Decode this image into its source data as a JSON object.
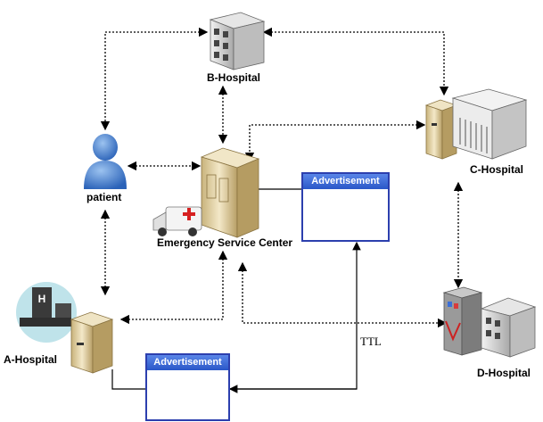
{
  "nodes": {
    "b_hospital": "B-Hospital",
    "c_hospital": "C-Hospital",
    "patient": "patient",
    "esc": "Emergency Service Center",
    "a_hospital": "A-Hospital",
    "d_hospital": "D-Hospital"
  },
  "ads": {
    "right": "Advertisement",
    "bottom": "Advertisement"
  },
  "edge_labels": {
    "ttl": "TTL"
  },
  "colors": {
    "ad_border": "#2c3fae",
    "ad_title": "#3a66d8",
    "server": "#e8d9b0",
    "building": "#d8d8d8",
    "person": "#3d7fd0"
  }
}
